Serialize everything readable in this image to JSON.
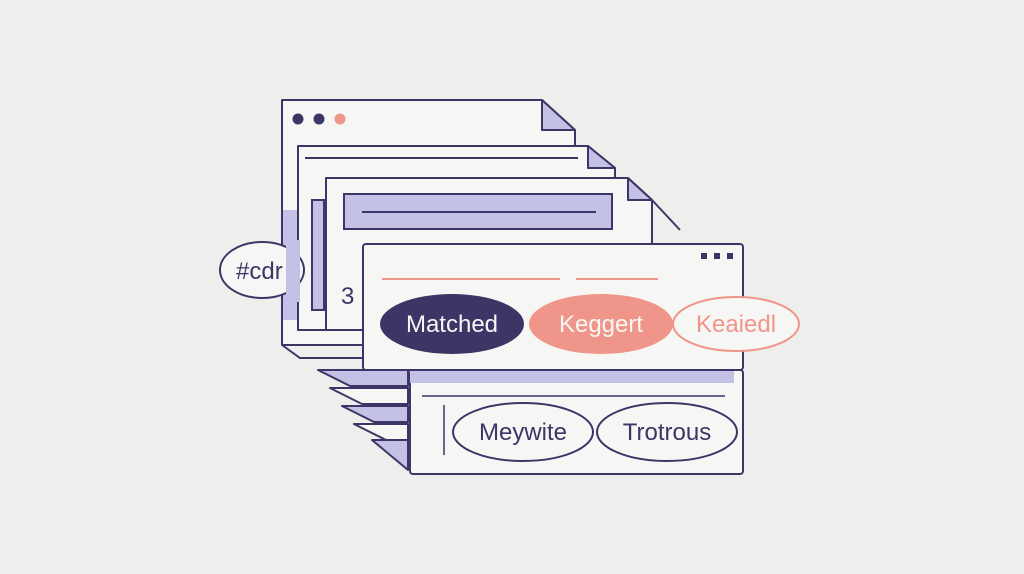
{
  "colors": {
    "background": "#eeeeec",
    "ink": "#3d3566",
    "lavender": "#c4c1e6",
    "coral": "#f0958a",
    "paper": "#f6f6f4"
  },
  "tags": {
    "hashtag": "#cdr",
    "number": "3",
    "matched": "Matched",
    "keggert": "Keggert",
    "keaiedl": "Keaiedl",
    "meywite": "Meywite",
    "trotrous": "Trotrous"
  },
  "icons": {
    "window_dots": "window-dots-icon",
    "menu_dots": "menu-dots-icon",
    "folded_corner": "folded-corner-icon"
  }
}
